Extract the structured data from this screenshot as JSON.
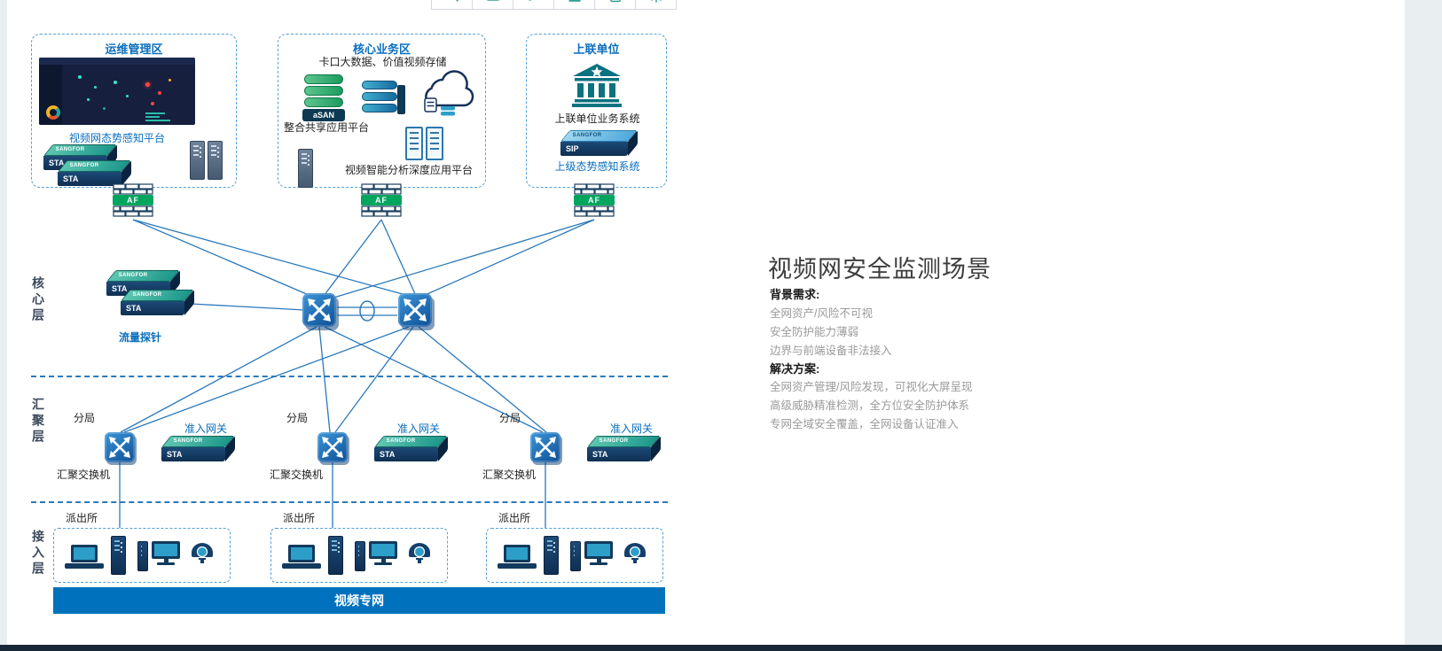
{
  "toolbar": {
    "buttons": [
      {
        "icon": "search-icon"
      },
      {
        "icon": "image-icon"
      },
      {
        "icon": "edit-icon"
      },
      {
        "icon": "chart-icon"
      },
      {
        "icon": "document-icon"
      },
      {
        "icon": "settings-icon"
      }
    ]
  },
  "diagram": {
    "zones": {
      "ops": {
        "title": "运维管理区",
        "platform_label": "视频网态势感知平台"
      },
      "core_business": {
        "title": "核心业务区",
        "subtitle": "卡口大数据、价值视频存储",
        "asan_label": "aSAN",
        "share_platform_label": "整合共享应用平台",
        "analysis_platform_label": "视频智能分析深度应用平台"
      },
      "uplink": {
        "title": "上联单位",
        "business_label": "上联单位业务系统",
        "sip_label": "SIP",
        "situation_label": "上级态势感知系统"
      }
    },
    "firewall_label": "AF",
    "device_labels": {
      "sta": "STA",
      "brand": "SANGFOR"
    },
    "layer_labels": {
      "core": "核心层",
      "aggregation": "汇聚层",
      "access": "接入层"
    },
    "core_layer": {
      "probe_label": "流量探针"
    },
    "aggregation": {
      "branches": [
        {
          "name": "分局",
          "switch_label": "汇聚交换机",
          "gateway_label": "准入网关"
        },
        {
          "name": "分局",
          "switch_label": "汇聚交换机",
          "gateway_label": "准入网关"
        },
        {
          "name": "分局",
          "switch_label": "汇聚交换机",
          "gateway_label": "准入网关"
        }
      ]
    },
    "access": {
      "stations": [
        {
          "name": "派出所"
        },
        {
          "name": "派出所"
        },
        {
          "name": "派出所"
        }
      ]
    },
    "network_bar_label": "视频专网"
  },
  "panel": {
    "title": "视频网安全监测场景",
    "background_heading": "背景需求:",
    "background_items": [
      "全网资产/风险不可视",
      "安全防护能力薄弱",
      "边界与前端设备非法接入"
    ],
    "solution_heading": "解决方案:",
    "solution_items": [
      "全网资产管理/风险发现，可视化大屏呈现",
      "高级威胁精准检测，全方位安全防护体系",
      "专网全域安全覆盖，全网设备认证准入"
    ]
  },
  "colors": {
    "accent_blue": "#0a6ebd",
    "line_blue": "#2b79bb",
    "firewall_green": "#00a55e",
    "device_navy": "#16325c",
    "device_teal": "#1d978b",
    "bank_teal": "#0c7280",
    "network_bar_blue": "#0072bd"
  }
}
